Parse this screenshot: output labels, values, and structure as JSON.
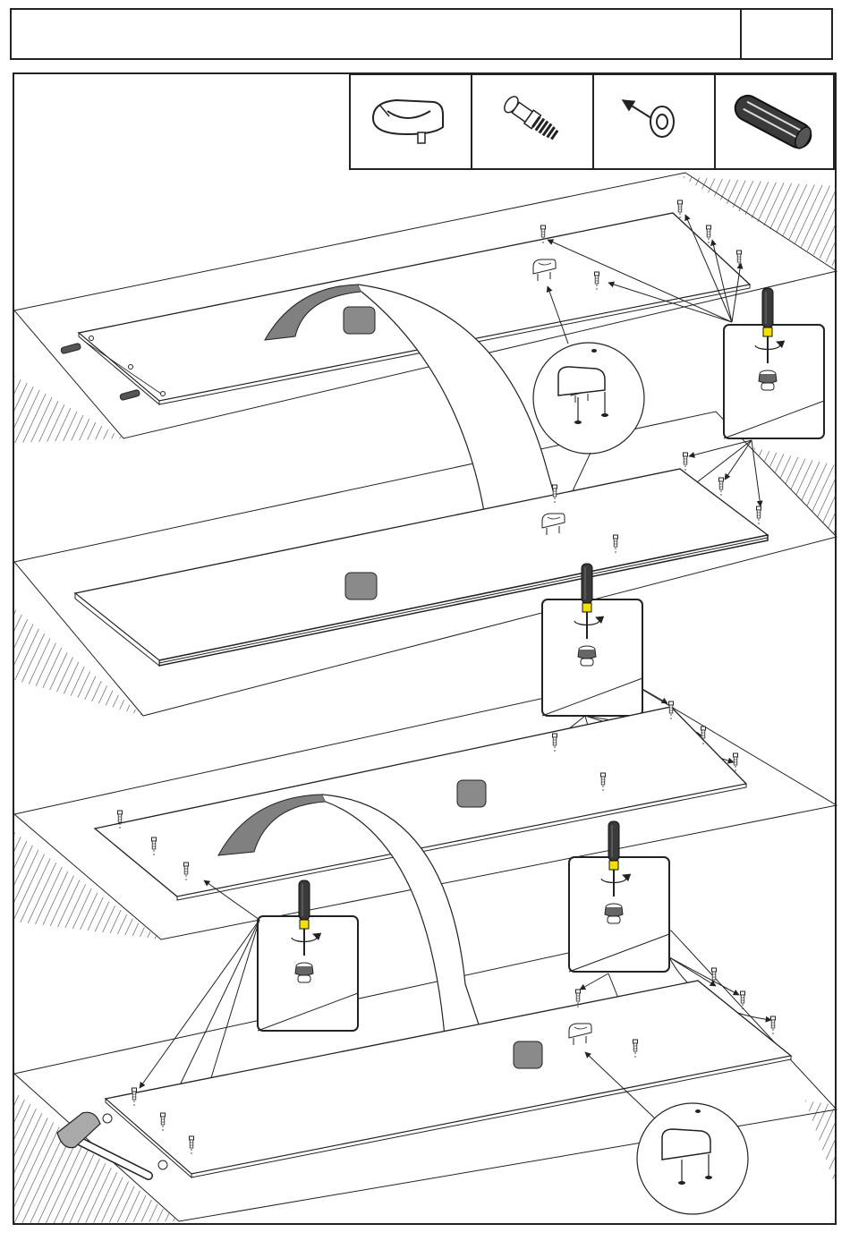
{
  "header": {
    "title": "",
    "step_number": ""
  },
  "parts_strip": [
    {
      "icon": "cam-housing-icon"
    },
    {
      "icon": "cam-bolt-icon"
    },
    {
      "icon": "nail-icon"
    },
    {
      "icon": "wooden-dowel-icon"
    }
  ],
  "panels": [
    {
      "name": "panel-1",
      "label": ""
    },
    {
      "name": "panel-2",
      "label": ""
    },
    {
      "name": "panel-3",
      "label": ""
    },
    {
      "name": "panel-4",
      "label": ""
    }
  ],
  "tools": [
    "screwdriver-icon",
    "hammer-icon"
  ],
  "colors": {
    "line": "#222222",
    "label_box": "#8a8a8a",
    "handle": "#3a3a3a",
    "ferrule": "#f2e000",
    "arrow_fill": "#808080"
  }
}
